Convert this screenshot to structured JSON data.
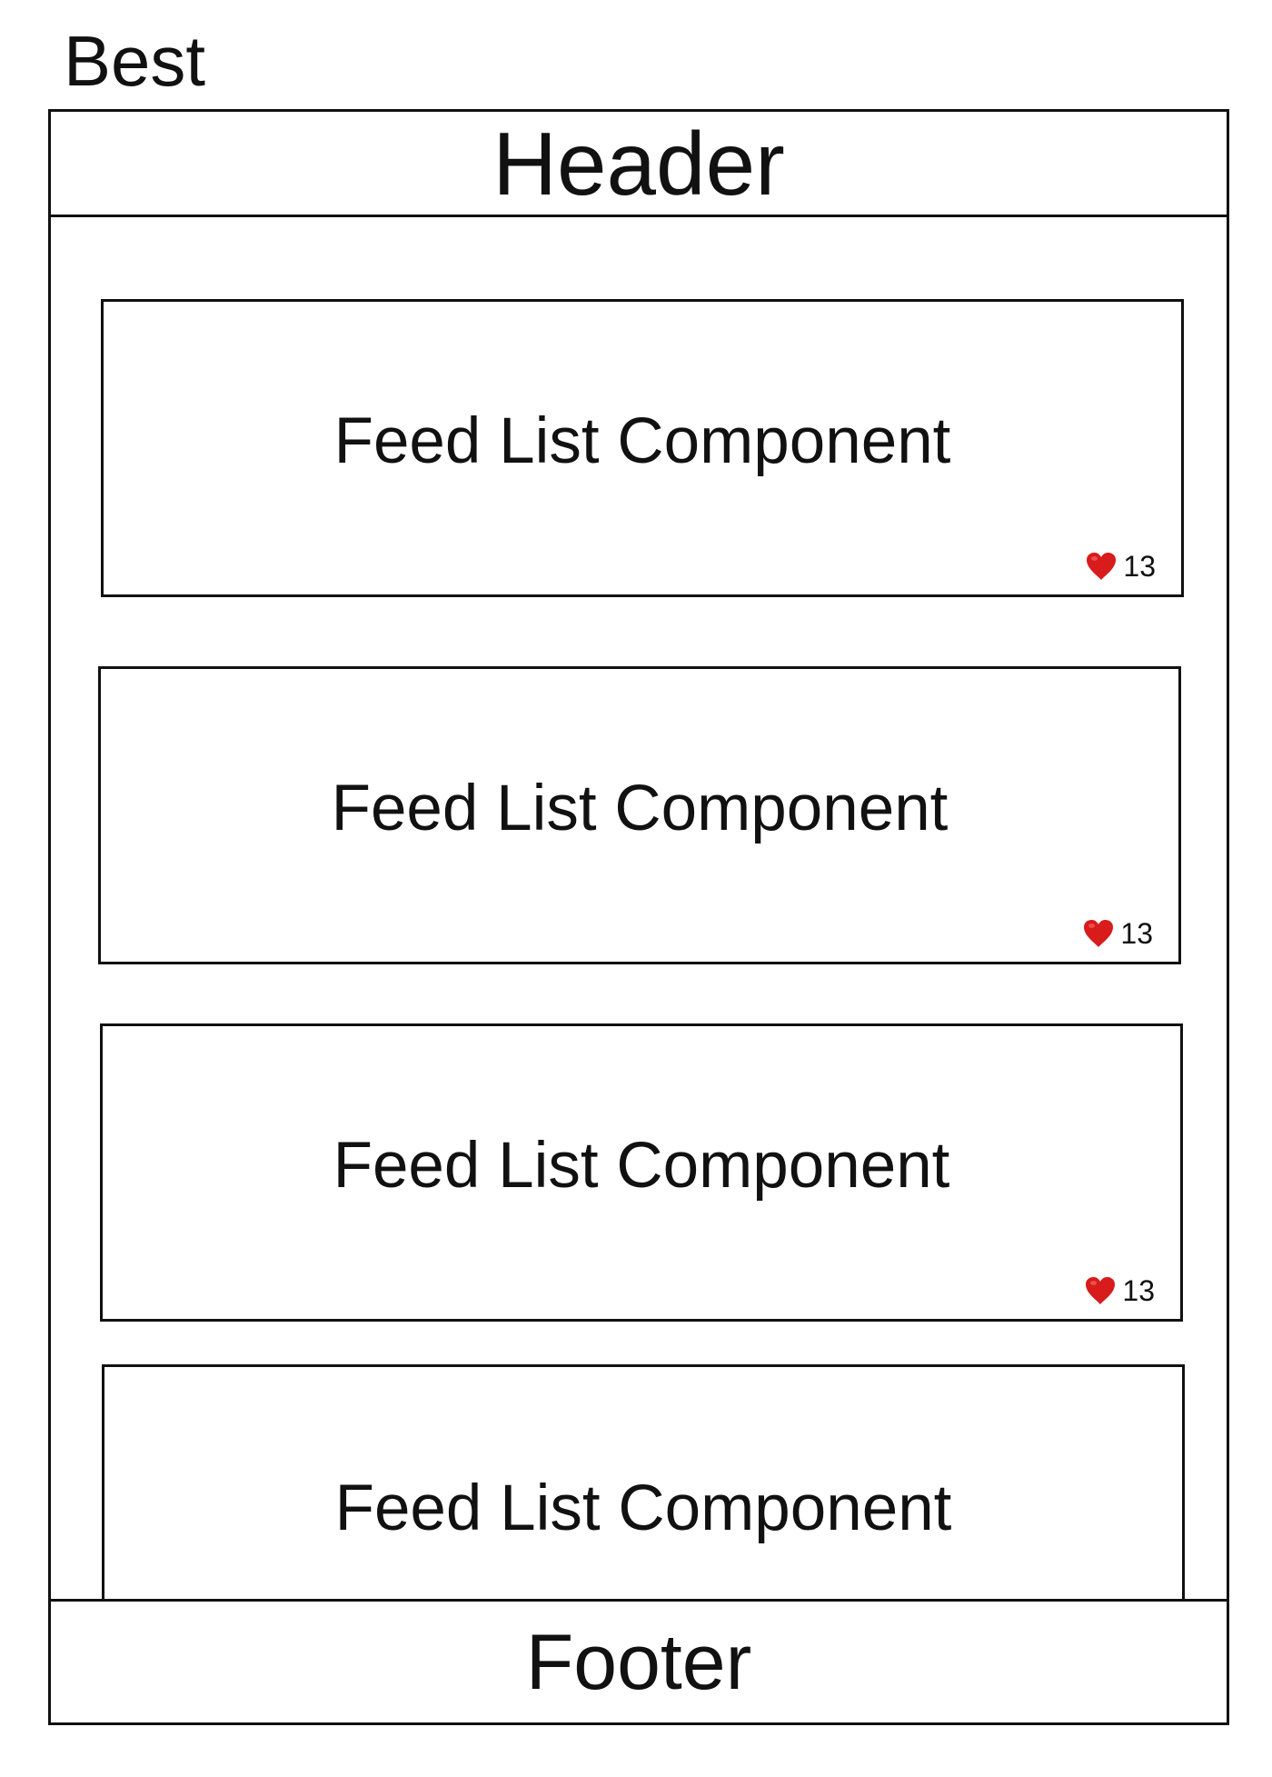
{
  "page": {
    "title": "Best"
  },
  "layout_labels": {
    "header": "Header",
    "footer": "Footer"
  },
  "feed": {
    "items": [
      {
        "title": "Feed List Component",
        "likes": "13",
        "like_icon": "heart-icon"
      },
      {
        "title": "Feed List Component",
        "likes": "13",
        "like_icon": "heart-icon"
      },
      {
        "title": "Feed List Component",
        "likes": "13",
        "like_icon": "heart-icon"
      },
      {
        "title": "Feed List Component"
      }
    ]
  },
  "colors": {
    "line": "#111111",
    "heart": "#d81b1b"
  }
}
